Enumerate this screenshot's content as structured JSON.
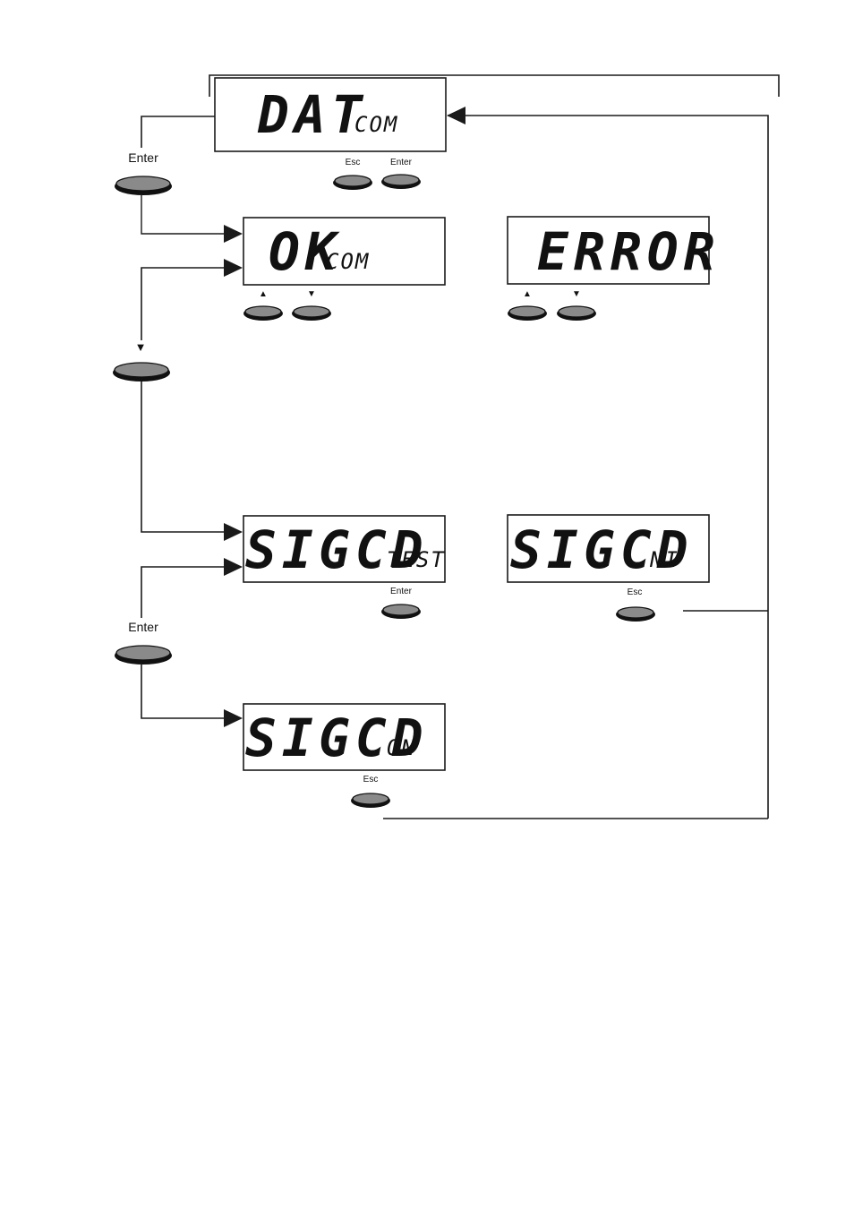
{
  "colors": {
    "line": "#1a1a1a",
    "button": "#8a8a8a",
    "display_bg": "#ffffff"
  },
  "displays": {
    "dat": {
      "main": "DAT",
      "sub": "COM"
    },
    "ok": {
      "main": "OK",
      "sub": "COM"
    },
    "error": {
      "main": "ERROR",
      "sub": ""
    },
    "sigcd_test": {
      "main": "SIGCD",
      "sub": "TEST"
    },
    "sigcd_ni": {
      "main": "SIGCD",
      "sub": "NI"
    },
    "sigcd_on": {
      "main": "SIGCD",
      "sub": "ON"
    }
  },
  "labels": {
    "enter": "Enter",
    "esc": "Esc",
    "up_arrow": "▲",
    "down_arrow": "▼"
  }
}
